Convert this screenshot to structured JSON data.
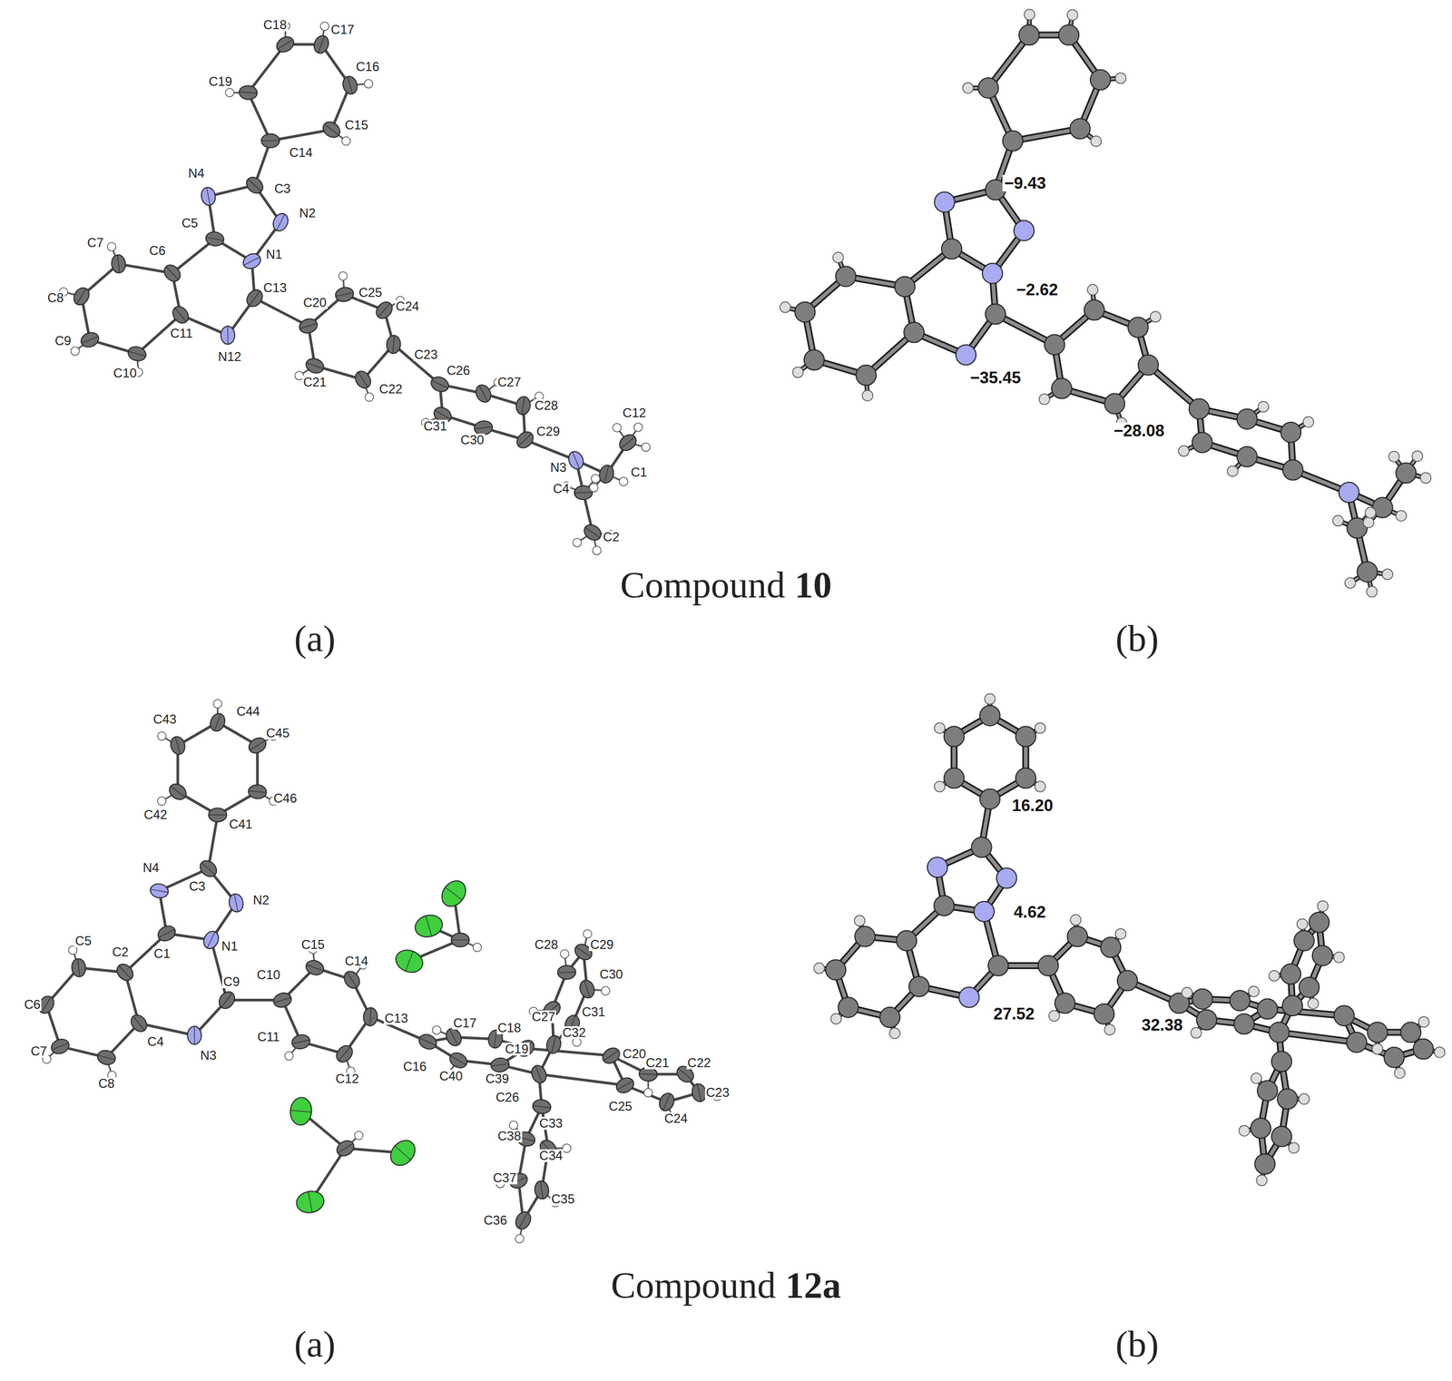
{
  "diagram": {
    "labels": [
      "C18",
      "C17",
      "C16",
      "C19",
      "C15",
      "C14",
      "N4",
      "C3",
      "N2",
      "C7",
      "C5",
      "C6",
      "N1",
      "C13",
      "C20",
      "C25",
      "C24",
      "C8",
      "C9",
      "C11",
      "N12",
      "C10",
      "C21",
      "C22",
      "C23",
      "C26",
      "C27",
      "C28",
      "C29",
      "C31",
      "C30",
      "C12",
      "N3",
      "C1",
      "C4",
      "C2",
      "Compound",
      "10",
      "(a)",
      "(b)",
      "−9.43",
      "−2.62",
      "−35.45",
      "−28.08",
      "C43",
      "C44",
      "C45",
      "C46",
      "C42",
      "C41",
      "N4",
      "C3",
      "N2",
      "C5",
      "C1",
      "N1",
      "C2",
      "C15",
      "C14",
      "C6",
      "C9",
      "C10",
      "C13",
      "C17",
      "C18",
      "C27",
      "C28",
      "C29",
      "C30",
      "C31",
      "C32",
      "C19",
      "C20",
      "C21",
      "C22",
      "C23",
      "C7",
      "N3",
      "C11",
      "C4",
      "C8",
      "C12",
      "C16",
      "C40",
      "C39",
      "C26",
      "C25",
      "C24",
      "C33",
      "C38",
      "C34",
      "C37",
      "C35",
      "C36",
      "Compound",
      "12a",
      "(a)",
      "(b)",
      "16.20",
      "4.62",
      "27.52",
      "32.38"
    ]
  }
}
